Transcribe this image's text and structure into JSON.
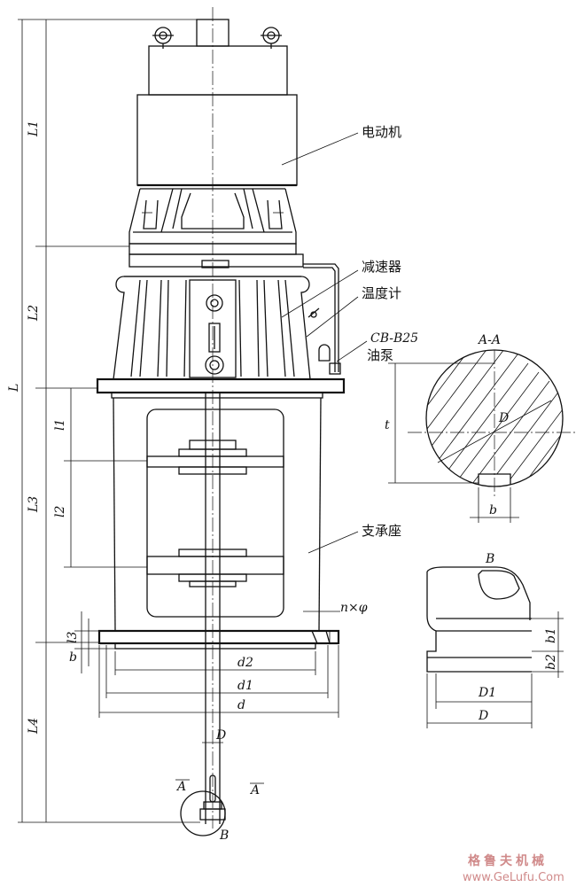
{
  "labels": {
    "motor": "电动机",
    "reducer": "减速器",
    "thermometer": "温度计",
    "pump_model": "CB-B25",
    "oil_pump": "油泵",
    "support": "支承座",
    "holes": "n×φ"
  },
  "section": {
    "title": "A-A",
    "dia": "D",
    "t": "t",
    "b": "b",
    "cut_a_left": "A",
    "cut_a_right": "A"
  },
  "detail": {
    "title": "B",
    "callout": "B",
    "b1": "b1",
    "b2": "b2",
    "D1": "D1",
    "D": "D"
  },
  "dims": {
    "L": "L",
    "L1": "L1",
    "L2": "L2",
    "L3": "L3",
    "L4": "L4",
    "l1": "l1",
    "l2": "l2",
    "l3": "l3",
    "b": "b",
    "d2": "d2",
    "d1": "d1",
    "d": "d",
    "D": "D"
  },
  "watermark": {
    "brand": "格鲁夫机械",
    "url": "www.GeLufu.Com"
  }
}
